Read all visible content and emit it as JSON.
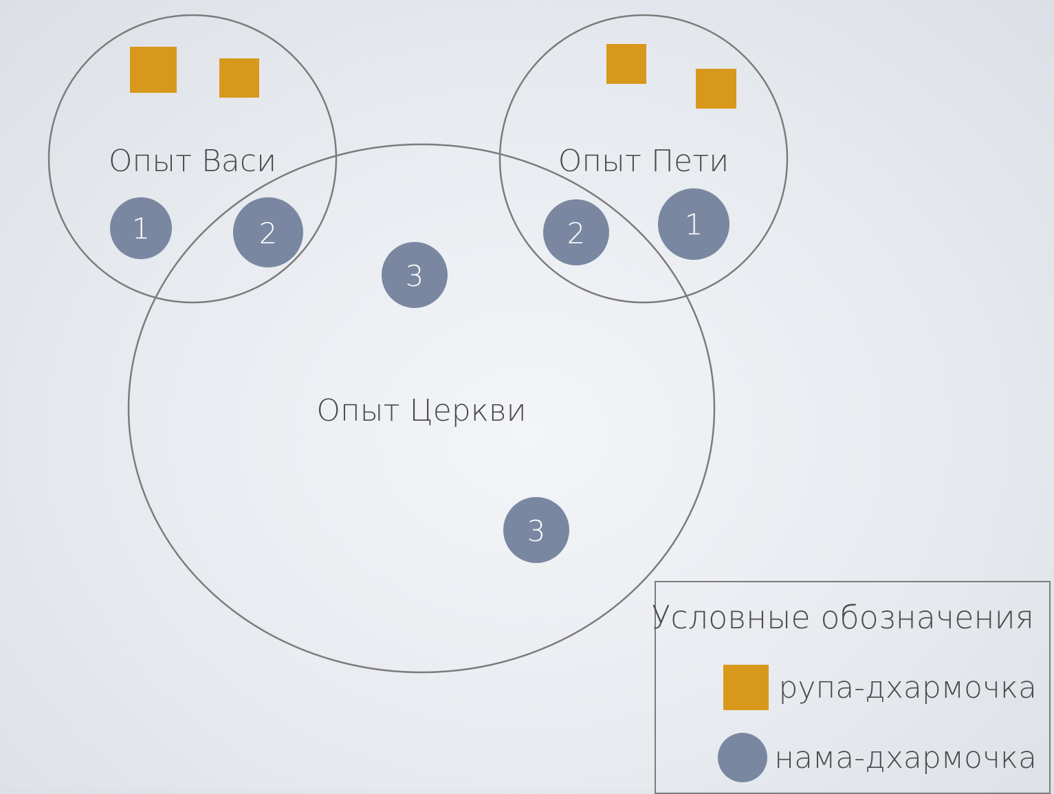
{
  "sets": {
    "vasya": "Опыт Васи",
    "petya": "Опыт Пети",
    "church": "Опыт Церкви"
  },
  "dots": {
    "vasya_1": "1",
    "vasya_2": "2",
    "petya_2": "2",
    "petya_1": "1",
    "church_3a": "3",
    "church_3b": "3"
  },
  "legend": {
    "title": "Условные обозначения",
    "square_label": "рупа-дхармочка",
    "circle_label": "нама-дхармочка"
  },
  "colors": {
    "square": "#d8981c",
    "circle": "#7987a1",
    "outline": "#7b7b7b"
  }
}
